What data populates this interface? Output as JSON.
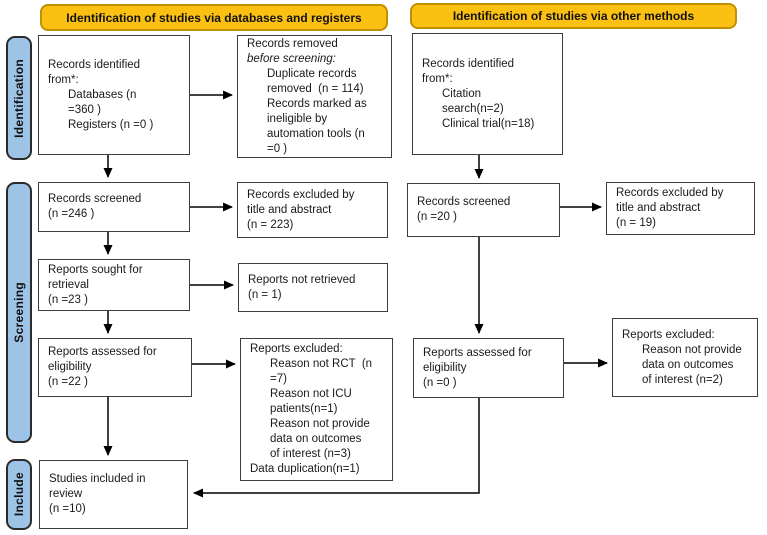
{
  "headers": {
    "databases": "Identification of studies via databases and registers",
    "other": "Identification of studies via other methods"
  },
  "stages": {
    "identification": "Identification",
    "screening": "Screening",
    "include": "Include"
  },
  "colors": {
    "header_fill": "#FCC013",
    "header_border": "#BF9000",
    "stage_fill": "#9DC3E6",
    "stage_border": "#2B2B2B",
    "box_border": "#3D3D3D",
    "arrow": "#000000"
  },
  "boxes": {
    "db_identified": {
      "lines": [
        {
          "text": "Records identified",
          "indent": 0
        },
        {
          "text": "from*:",
          "indent": 0
        },
        {
          "text": "Databases (n",
          "indent": 1
        },
        {
          "text": "=360 )",
          "indent": 1
        },
        {
          "text": "Registers (n =0 )",
          "indent": 1
        }
      ]
    },
    "records_removed": {
      "lines": [
        {
          "text": "Records removed",
          "indent": 0
        },
        {
          "text": "before screening:",
          "indent": 0,
          "italic": true
        },
        {
          "text": "Duplicate records",
          "indent": 1
        },
        {
          "text": "removed  (n = 114)",
          "indent": 1
        },
        {
          "text": "Records marked as",
          "indent": 1
        },
        {
          "text": "ineligible by",
          "indent": 1
        },
        {
          "text": "automation tools (n",
          "indent": 1
        },
        {
          "text": "=0 )",
          "indent": 1
        }
      ]
    },
    "other_identified": {
      "lines": [
        {
          "text": "Records identified",
          "indent": 0
        },
        {
          "text": "from*:",
          "indent": 0
        },
        {
          "text": "Citation",
          "indent": 1
        },
        {
          "text": "search(n=2)",
          "indent": 1
        },
        {
          "text": "Clinical trial(n=18)",
          "indent": 1
        }
      ]
    },
    "db_screened": {
      "lines": [
        {
          "text": "Records screened",
          "indent": 0
        },
        {
          "text": "(n =246 )",
          "indent": 0
        }
      ]
    },
    "db_excluded_title": {
      "lines": [
        {
          "text": "Records excluded by",
          "indent": 0
        },
        {
          "text": "title and abstract",
          "indent": 0
        },
        {
          "text": "(n = 223)",
          "indent": 0
        }
      ]
    },
    "other_screened": {
      "lines": [
        {
          "text": "Records screened",
          "indent": 0
        },
        {
          "text": "(n =20 )",
          "indent": 0
        }
      ]
    },
    "other_excluded_title": {
      "lines": [
        {
          "text": "Records excluded by",
          "indent": 0
        },
        {
          "text": "title and abstract",
          "indent": 0
        },
        {
          "text": "(n = 19)",
          "indent": 0
        }
      ]
    },
    "reports_sought": {
      "lines": [
        {
          "text": "Reports sought for",
          "indent": 0
        },
        {
          "text": "retrieval",
          "indent": 0
        },
        {
          "text": "(n =23 )",
          "indent": 0
        }
      ]
    },
    "reports_not_retrieved": {
      "lines": [
        {
          "text": "Reports not retrieved",
          "indent": 0
        },
        {
          "text": "(n = 1)",
          "indent": 0
        }
      ]
    },
    "db_assessed": {
      "lines": [
        {
          "text": "Reports assessed for",
          "indent": 0
        },
        {
          "text": "eligibility",
          "indent": 0
        },
        {
          "text": "(n =22 )",
          "indent": 0
        }
      ]
    },
    "db_excluded_reasons": {
      "lines": [
        {
          "text": "Reports excluded:",
          "indent": 0
        },
        {
          "text": "Reason not RCT  (n",
          "indent": 1
        },
        {
          "text": "=7)",
          "indent": 1
        },
        {
          "text": "Reason not ICU",
          "indent": 1
        },
        {
          "text": "patients(n=1)",
          "indent": 1
        },
        {
          "text": "Reason not provide",
          "indent": 1
        },
        {
          "text": "data on outcomes",
          "indent": 1
        },
        {
          "text": "of interest (n=3)",
          "indent": 1
        },
        {
          "text": "Data duplication(n=1)",
          "indent": 0
        }
      ]
    },
    "other_assessed": {
      "lines": [
        {
          "text": "Reports assessed for",
          "indent": 0
        },
        {
          "text": "eligibility",
          "indent": 0
        },
        {
          "text": "(n =0 )",
          "indent": 0
        }
      ]
    },
    "other_excluded_reasons": {
      "lines": [
        {
          "text": "Reports excluded:",
          "indent": 0
        },
        {
          "text": "Reason not provide",
          "indent": 1
        },
        {
          "text": "data on outcomes",
          "indent": 1
        },
        {
          "text": "of interest (n=2)",
          "indent": 1
        }
      ]
    },
    "studies_included": {
      "lines": [
        {
          "text": "Studies included in",
          "indent": 0
        },
        {
          "text": "review",
          "indent": 0
        },
        {
          "text": "(n =10)",
          "indent": 0
        }
      ]
    }
  }
}
